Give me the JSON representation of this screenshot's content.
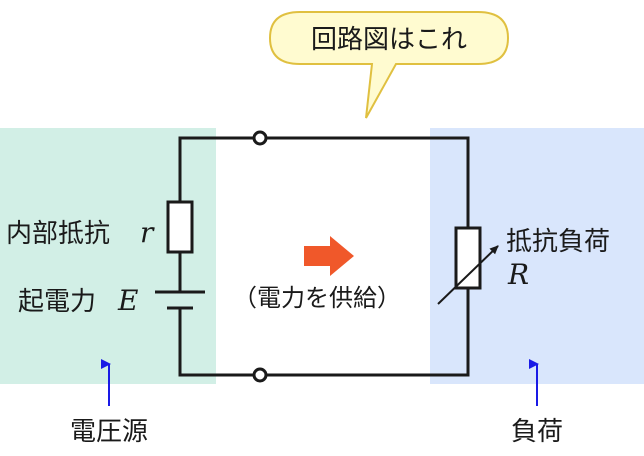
{
  "callout": {
    "text": "回路図はこれ"
  },
  "source": {
    "internal_resistance_label": "内部抵抗",
    "internal_resistance_symbol": "r",
    "emf_label": "起電力",
    "emf_symbol": "E",
    "region_label": "電圧源",
    "region_color": "#d2efe6"
  },
  "load": {
    "resistor_label": "抵抗負荷",
    "resistor_symbol": "R",
    "region_label": "負荷",
    "region_color": "#d9e6fc"
  },
  "power_flow": {
    "label": "（電力を供給）",
    "arrow_color": "#f0582a"
  },
  "colors": {
    "pointer_arrow": "#1a1ae6",
    "callout_fill": "#fffbd0",
    "callout_stroke": "#e0c040"
  }
}
